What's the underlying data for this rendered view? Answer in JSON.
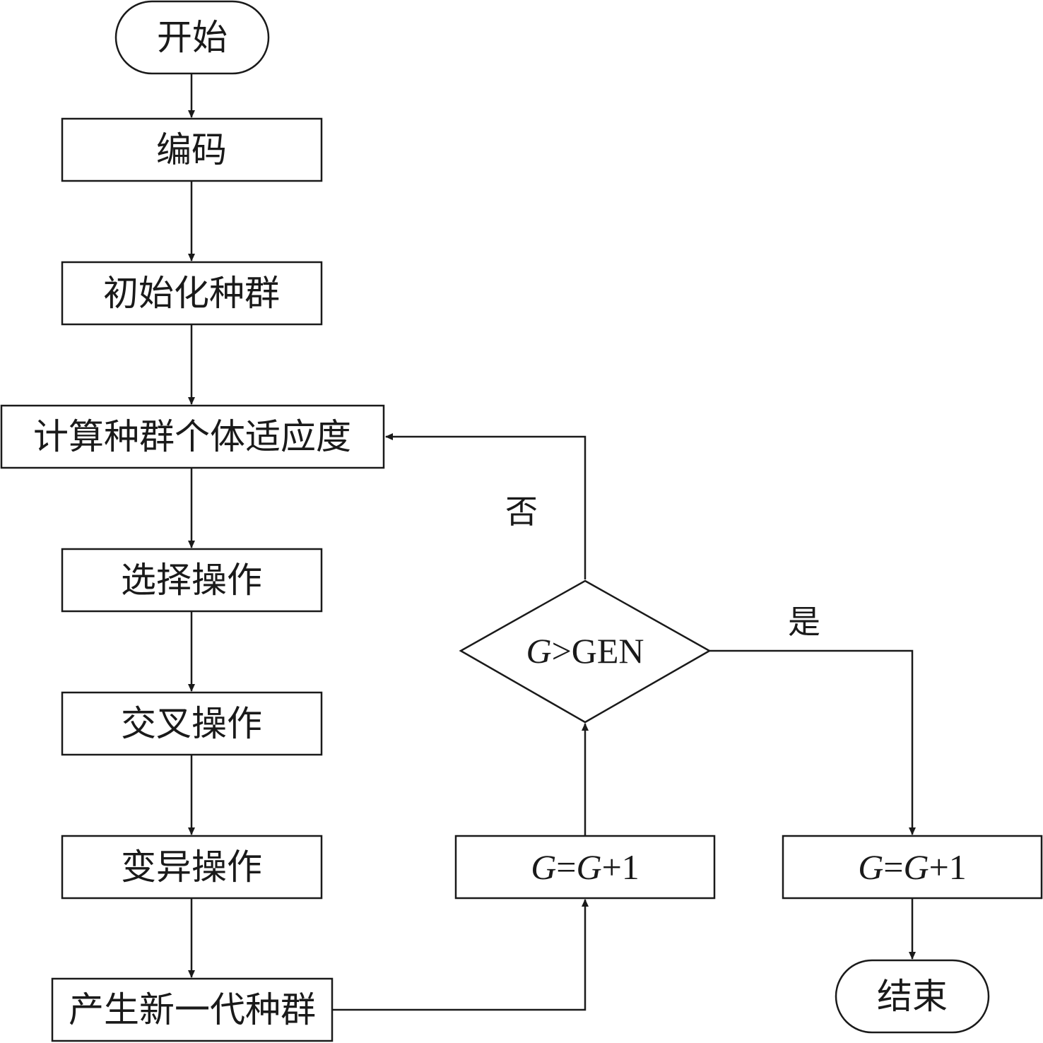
{
  "nodes": {
    "start": "开始",
    "encode": "编码",
    "init_population": "初始化种群",
    "compute_fitness": "计算种群个体适应度",
    "selection": "选择操作",
    "crossover": "交叉操作",
    "mutation": "变异操作",
    "new_generation": "产生新一代种群",
    "increment_left": {
      "var1": "G",
      "eq": "=",
      "var2": "G",
      "plus": "+1"
    },
    "decision": {
      "var": "G",
      "op": ">GEN"
    },
    "increment_right": {
      "var1": "G",
      "eq": "=",
      "var2": "G",
      "plus": "+1"
    },
    "end": "结束"
  },
  "edge_labels": {
    "no": "否",
    "yes": "是"
  },
  "colors": {
    "stroke": "#1a1a1a",
    "fill": "#ffffff"
  }
}
